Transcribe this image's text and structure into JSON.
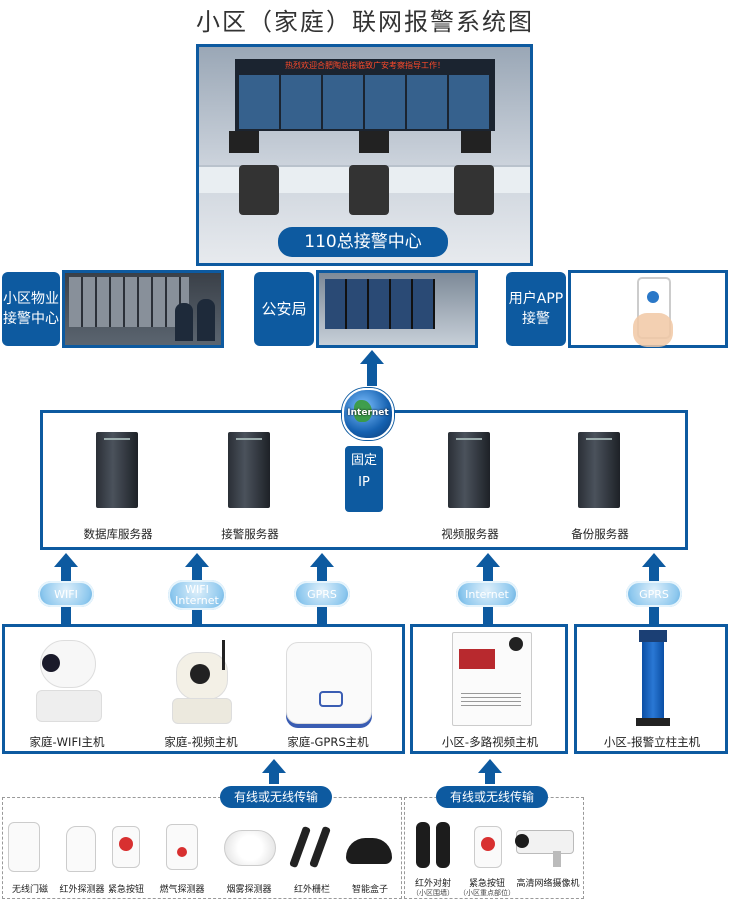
{
  "title": "小区（家庭）联网报警系统图",
  "center": {
    "label": "110总接警中心",
    "banner": "热烈欢迎合肥陶总接临致广安考察指导工作！"
  },
  "receivers": [
    {
      "label": "小区物业\n接警中心"
    },
    {
      "label": "公安局"
    },
    {
      "label": "用户APP\n接警"
    }
  ],
  "network": {
    "internet": "Internet",
    "fixed": "固定\nIP"
  },
  "servers": [
    {
      "label": "数据库服务器"
    },
    {
      "label": "接警服务器"
    },
    {
      "label": "视频服务器"
    },
    {
      "label": "备份服务器"
    }
  ],
  "links": [
    {
      "label": "WIFI"
    },
    {
      "label": "WIFI\nInternet"
    },
    {
      "label": "GPRS"
    },
    {
      "label": "Internet"
    },
    {
      "label": "GPRS"
    }
  ],
  "hosts": [
    {
      "label": "家庭-WIFI主机"
    },
    {
      "label": "家庭-视频主机"
    },
    {
      "label": "家庭-GPRS主机"
    },
    {
      "label": "小区-多路视频主机"
    },
    {
      "label": "小区-报警立柱主机"
    }
  ],
  "transmission": {
    "label1": "有线或无线传输",
    "label2": "有线或无线传输"
  },
  "home_sensors": [
    {
      "label": "无线门磁"
    },
    {
      "label": "红外探测器"
    },
    {
      "label": "紧急按钮"
    },
    {
      "label": "燃气探测器"
    },
    {
      "label": "烟雾探测器"
    },
    {
      "label": "红外栅栏"
    },
    {
      "label": "智能盒子"
    }
  ],
  "community_sensors": [
    {
      "label": "红外对射",
      "note": "（小区围墙）"
    },
    {
      "label": "紧急按钮",
      "note": "（小区重点部位）"
    },
    {
      "label": "高清网络摄像机",
      "note": ""
    }
  ]
}
